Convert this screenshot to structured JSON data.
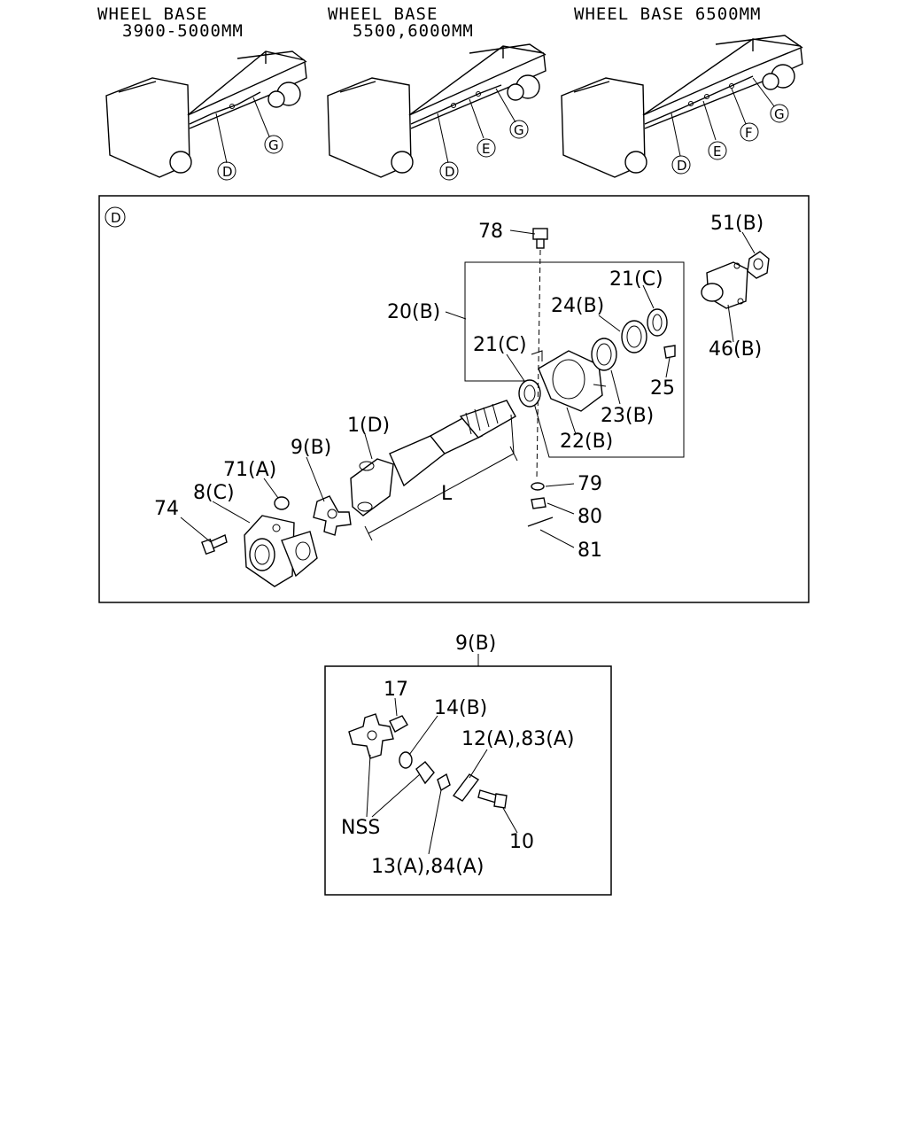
{
  "wheelbase_variants": [
    {
      "title_line1": "WHEEL BASE",
      "title_line2": "3900-5000MM",
      "callouts": [
        "D",
        "G"
      ]
    },
    {
      "title_line1": "WHEEL BASE",
      "title_line2": "5500,6000MM",
      "callouts": [
        "D",
        "E",
        "G"
      ]
    },
    {
      "title_line1": "WHEEL BASE 6500MM",
      "title_line2": "",
      "callouts": [
        "D",
        "E",
        "F",
        "G"
      ]
    }
  ],
  "detail_panel": {
    "panel_tag": "D",
    "labels": {
      "p78": "78",
      "p51b": "51(B)",
      "p21c_top": "21(C)",
      "p24b": "24(B)",
      "p20b": "20(B)",
      "p21c_mid": "21(C)",
      "p46b": "46(B)",
      "p25": "25",
      "p23b": "23(B)",
      "p22b": "22(B)",
      "p1d": "1(D)",
      "p9b": "9(B)",
      "p71a": "71(A)",
      "p8c": "8(C)",
      "p74": "74",
      "pL": "L",
      "p79": "79",
      "p80": "80",
      "p81": "81"
    }
  },
  "joint_detail": {
    "title": "9(B)",
    "labels": {
      "p17": "17",
      "p14b": "14(B)",
      "p12a83a": "12(A),83(A)",
      "nss": "NSS",
      "p10": "10",
      "p13a84a": "13(A),84(A)"
    }
  }
}
